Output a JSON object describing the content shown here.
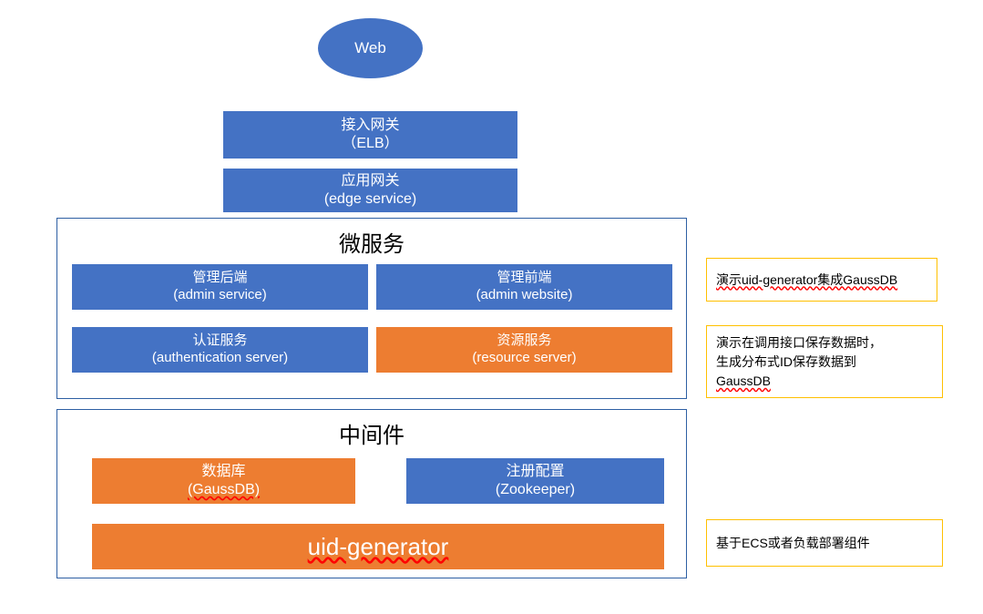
{
  "diagram": {
    "web_node": {
      "label": "Web"
    },
    "gateways": [
      {
        "name": "access-gateway",
        "line1": "接入网关",
        "line2": "（ELB）"
      },
      {
        "name": "application-gateway",
        "line1": "应用网关",
        "line2": "(edge service)"
      }
    ],
    "microservices_group": {
      "title": "微服务",
      "items": [
        {
          "name": "admin-service",
          "line1": "管理后端",
          "line2": "(admin service)",
          "color": "#4472c4"
        },
        {
          "name": "admin-website",
          "line1": "管理前端",
          "line2": "(admin website)",
          "color": "#4472c4"
        },
        {
          "name": "authentication-server",
          "line1": "认证服务",
          "line2": "(authentication server)",
          "color": "#4472c4"
        },
        {
          "name": "resource-server",
          "line1": "资源服务",
          "line2": "(resource server)",
          "color": "#ed7d31"
        }
      ]
    },
    "middleware_group": {
      "title": "中间件",
      "items": [
        {
          "name": "database",
          "line1": "数据库",
          "line2": "(GaussDB)",
          "color": "#ed7d31"
        },
        {
          "name": "registry-config",
          "line1": "注册配置",
          "line2": "(Zookeeper)",
          "color": "#4472c4"
        }
      ],
      "uid_generator": {
        "label": "uid-generator",
        "color": "#ed7d31"
      }
    },
    "notes": [
      {
        "name": "note-uid-generator-gaussdb",
        "text": "演示uid-generator集成GaussDB"
      },
      {
        "name": "note-save-data",
        "line1": "演示在调用接口保存数据时，",
        "line2": "生成分布式ID保存数据到",
        "line3": "GaussDB"
      },
      {
        "name": "note-ecs-deploy",
        "text": "基于ECS或者负载部署组件"
      }
    ]
  },
  "colors": {
    "blue": "#4472c4",
    "orange": "#ed7d31",
    "box_border": "#2e5fa3",
    "note_border": "#ffc000"
  }
}
